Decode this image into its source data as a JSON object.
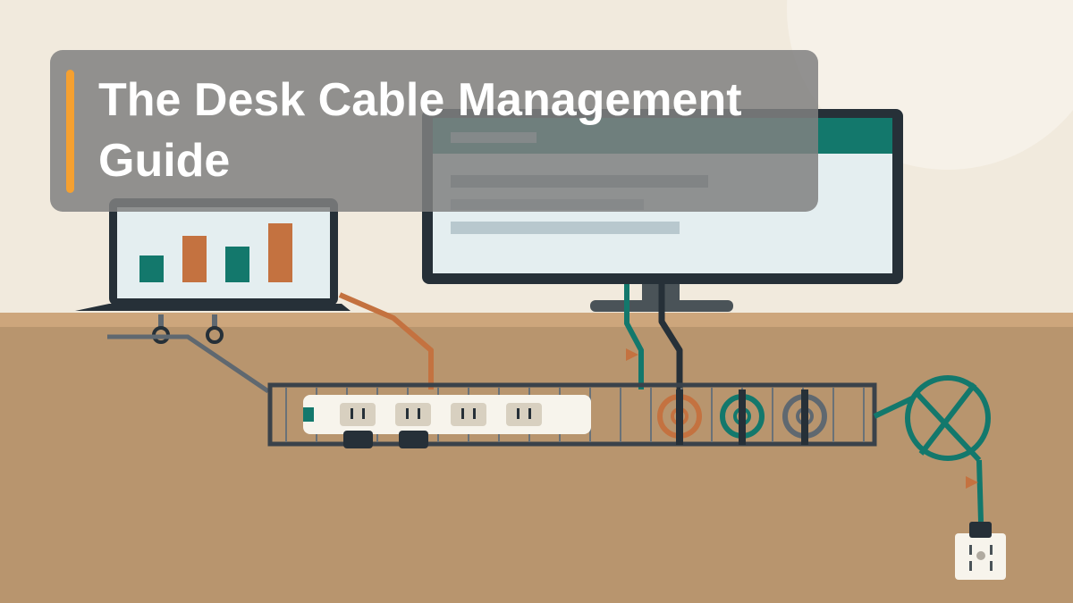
{
  "title": "The Desk Cable Management Guide",
  "colors": {
    "wall": "#f1eadd",
    "desk": "#b8956e",
    "desk_edge": "#cda67c",
    "dark": "#263038",
    "teal": "#13786c",
    "copper": "#c47240",
    "gray": "#5f6870",
    "screen": "#e4eef0",
    "strip": "#f7f4ec",
    "accent": "#f5a030",
    "overlay": "#808080"
  },
  "laptop_chart": {
    "bar_colors": [
      "teal",
      "copper",
      "teal",
      "copper"
    ],
    "values": [
      30,
      52,
      40,
      66
    ]
  },
  "icons": [
    "laptop-icon",
    "monitor-icon",
    "power-strip-icon",
    "cable-tray-icon",
    "wall-outlet-icon",
    "cable-clip-icon"
  ]
}
